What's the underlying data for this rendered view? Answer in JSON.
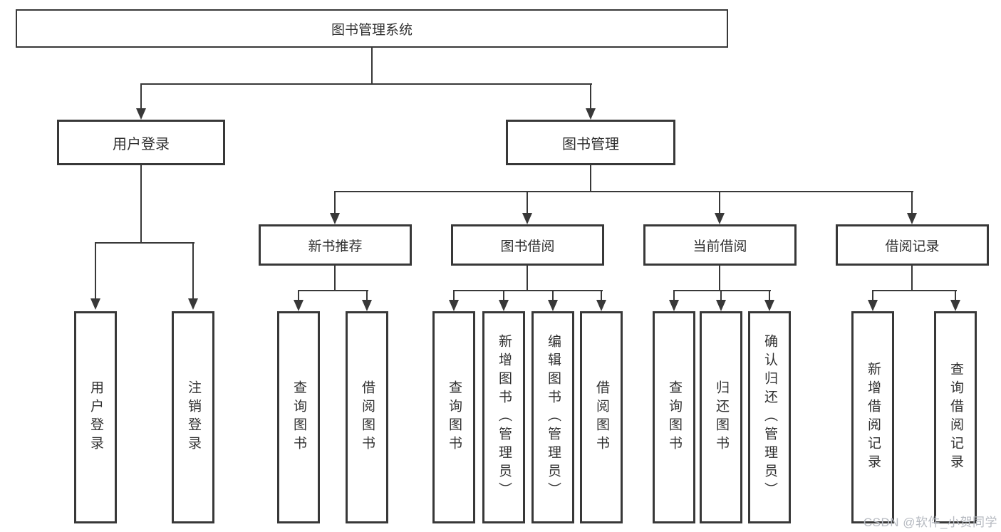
{
  "colors": {
    "line": "#383838",
    "box_bg": "#ffffff",
    "text": "#303030",
    "watermark": "#b6bac1"
  },
  "watermark": "CSDN @软件_小贺同学",
  "tree": {
    "label": "图书管理系统",
    "children": [
      {
        "label": "用户登录",
        "children": [
          {
            "label": "用户登录"
          },
          {
            "label": "注销登录"
          }
        ]
      },
      {
        "label": "图书管理",
        "children": [
          {
            "label": "新书推荐",
            "children": [
              {
                "label": "查询图书"
              },
              {
                "label": "借阅图书"
              }
            ]
          },
          {
            "label": "图书借阅",
            "children": [
              {
                "label": "查询图书"
              },
              {
                "label": "新增图书（管理员）"
              },
              {
                "label": "编辑图书（管理员）"
              },
              {
                "label": "借阅图书"
              }
            ]
          },
          {
            "label": "当前借阅",
            "children": [
              {
                "label": "查询图书"
              },
              {
                "label": "归还图书"
              },
              {
                "label": "确认归还（管理员）"
              }
            ]
          },
          {
            "label": "借阅记录",
            "children": [
              {
                "label": "新增借阅记录"
              },
              {
                "label": "查询借阅记录"
              }
            ]
          }
        ]
      }
    ]
  }
}
